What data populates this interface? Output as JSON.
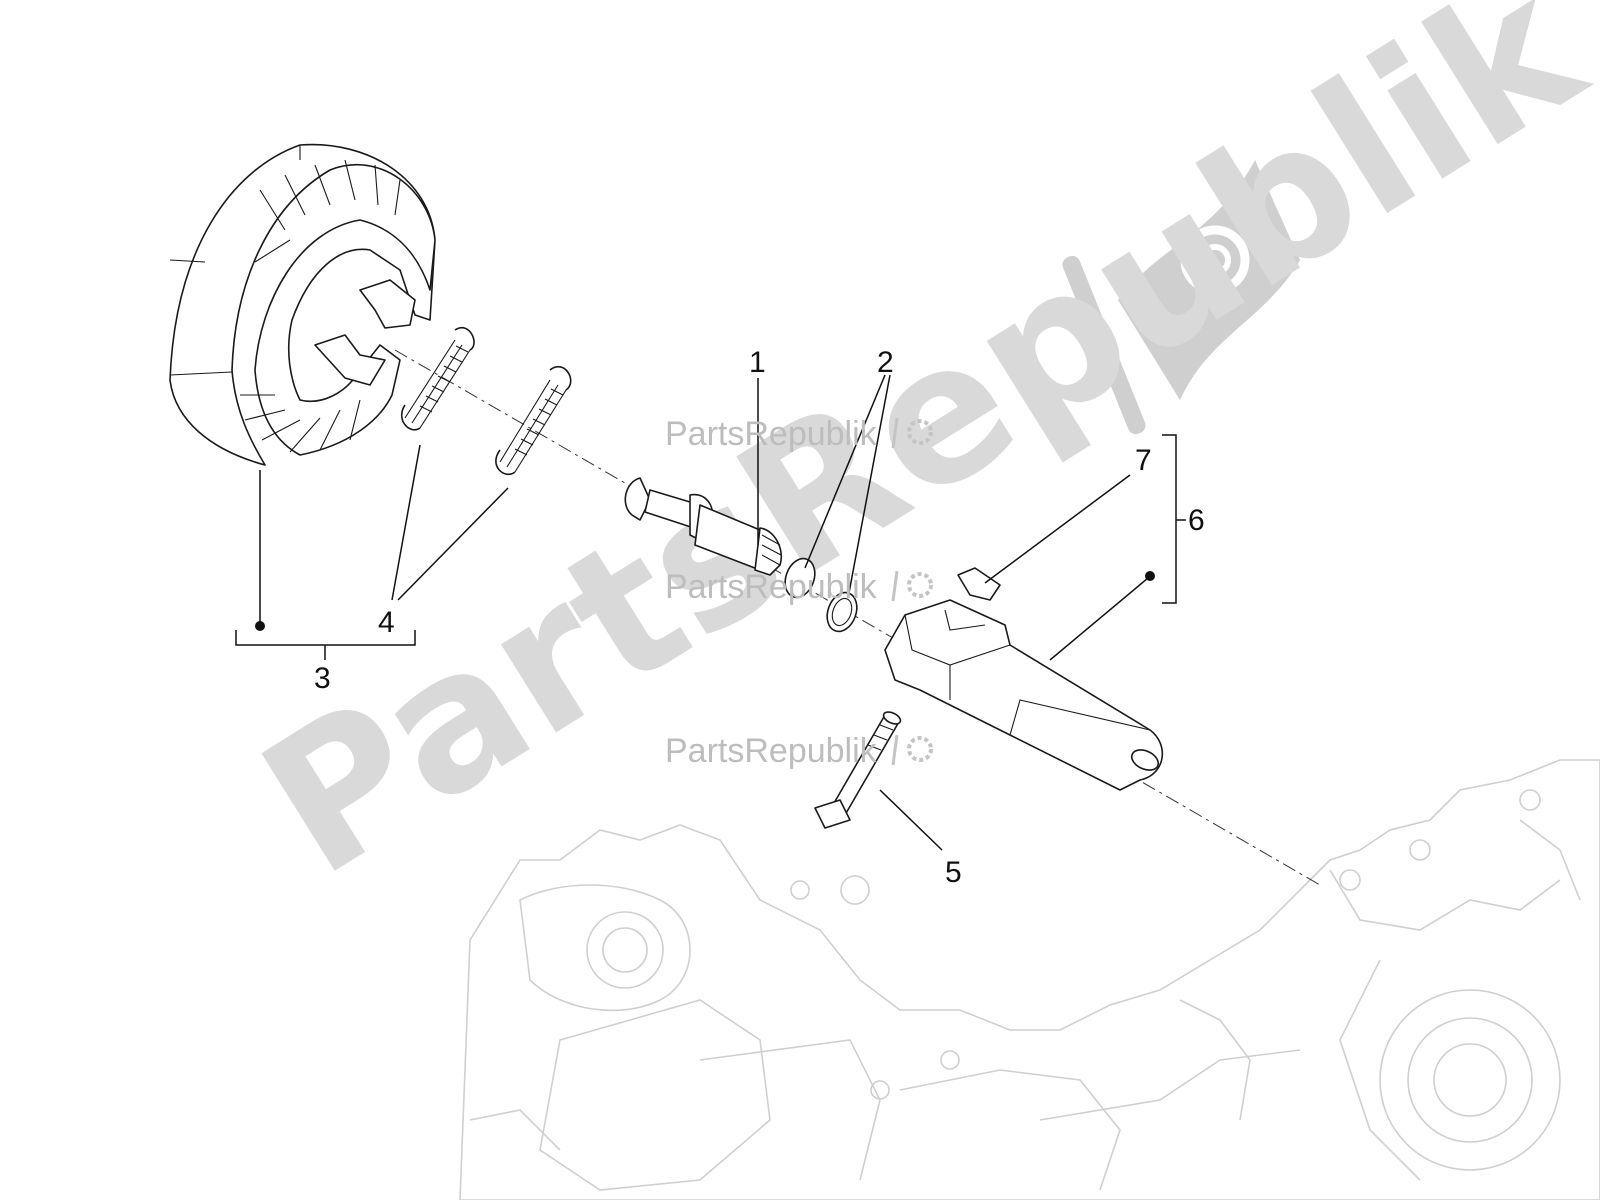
{
  "watermark": {
    "large_text": "PartsRepublik",
    "small_text": "PartsRepublik",
    "logo_icon": "gear-flag-icon",
    "color": "#d9d9d9"
  },
  "callouts": [
    {
      "id": "1",
      "label": "1"
    },
    {
      "id": "2",
      "label": "2"
    },
    {
      "id": "3",
      "label": "3"
    },
    {
      "id": "4",
      "label": "4"
    },
    {
      "id": "5",
      "label": "5"
    },
    {
      "id": "6",
      "label": "6"
    },
    {
      "id": "7",
      "label": "7"
    }
  ],
  "parts": [
    {
      "ref": "1",
      "icon": "brake-cam-shaft-icon"
    },
    {
      "ref": "2",
      "icon": "o-ring-icon"
    },
    {
      "ref": "3",
      "icon": "brake-shoe-set-icon"
    },
    {
      "ref": "4",
      "icon": "return-spring-icon"
    },
    {
      "ref": "5",
      "icon": "flange-bolt-icon"
    },
    {
      "ref": "6",
      "icon": "brake-lever-icon"
    },
    {
      "ref": "7",
      "icon": "wear-indicator-icon"
    }
  ],
  "background_icon": "engine-crankcase-icon"
}
